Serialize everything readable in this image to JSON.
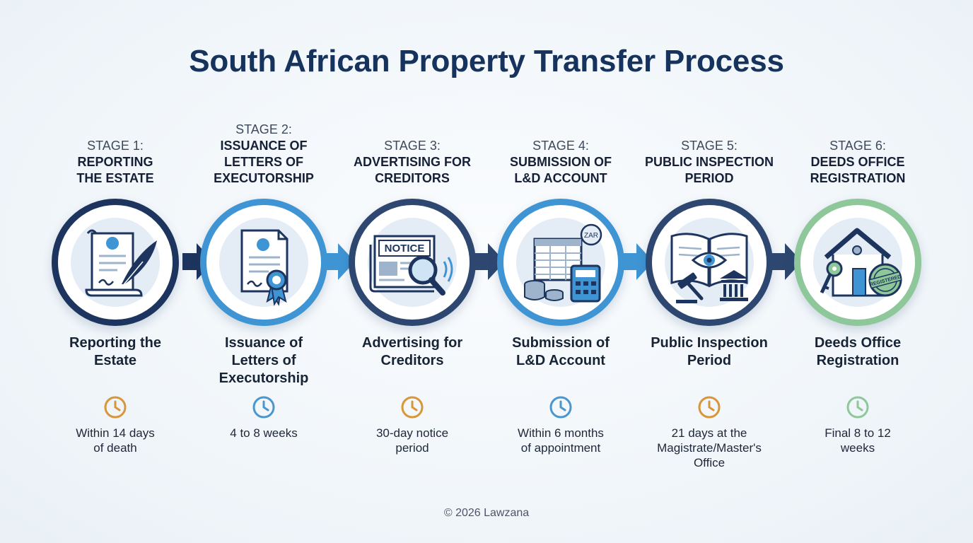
{
  "title": "South African Property Transfer Process",
  "footer": "© 2026 Lawzana",
  "colors": {
    "navy": "#1d355e",
    "blue": "#3f95d4",
    "slate": "#2e4770",
    "green": "#8ec79a",
    "clock_orange": "#d9953a",
    "clock_blue": "#4a96cf",
    "clock_green": "#8ec79a"
  },
  "stages": [
    {
      "num": "Stage 1:",
      "label_lines": [
        "Reporting",
        "the Estate"
      ],
      "heading_lines": [
        "Reporting the",
        "Estate"
      ],
      "note_lines": [
        "Within 14 days",
        "of death"
      ],
      "icon": "will-scroll-quill-icon",
      "ring": "navy",
      "clock": "clock_orange"
    },
    {
      "num": "Stage 2:",
      "label_lines": [
        "Issuance of",
        "Letters of",
        "Executorship"
      ],
      "heading_lines": [
        "Issuance of",
        "Letters of",
        "Executorship"
      ],
      "note_lines": [
        "4 to 8 weeks"
      ],
      "icon": "certificate-ribbon-icon",
      "ring": "blue",
      "clock": "clock_blue"
    },
    {
      "num": "Stage 3:",
      "label_lines": [
        "Advertising for",
        "Creditors"
      ],
      "heading_lines": [
        "Advertising for",
        "Creditors"
      ],
      "note_lines": [
        "30-day notice",
        "period"
      ],
      "icon": "newspaper-notice-magnifier-icon",
      "notice_text": "NOTICE",
      "ring": "slate",
      "clock": "clock_orange"
    },
    {
      "num": "Stage 4:",
      "label_lines": [
        "Submission of",
        "L&D Account"
      ],
      "heading_lines": [
        "Submission of",
        "L&D Account"
      ],
      "note_lines": [
        "Within 6 months",
        "of appointment"
      ],
      "icon": "ledger-calculator-coins-icon",
      "currency_text": "ZAR",
      "ring": "blue",
      "clock": "clock_blue"
    },
    {
      "num": "Stage 5:",
      "label_lines": [
        "Public Inspection",
        "Period"
      ],
      "heading_lines": [
        "Public Inspection",
        "Period"
      ],
      "note_lines": [
        "21 days at the",
        "Magistrate/Master's",
        "Office"
      ],
      "icon": "open-book-eye-gavel-court-icon",
      "ring": "slate",
      "clock": "clock_orange"
    },
    {
      "num": "Stage 6:",
      "label_lines": [
        "Deeds Office",
        "Registration"
      ],
      "heading_lines": [
        "Deeds Office",
        "Registration"
      ],
      "note_lines": [
        "Final 8 to 12",
        "weeks"
      ],
      "icon": "house-key-registered-stamp-icon",
      "stamp_text": "REGISTERED",
      "ring": "green",
      "clock": "clock_green"
    }
  ]
}
